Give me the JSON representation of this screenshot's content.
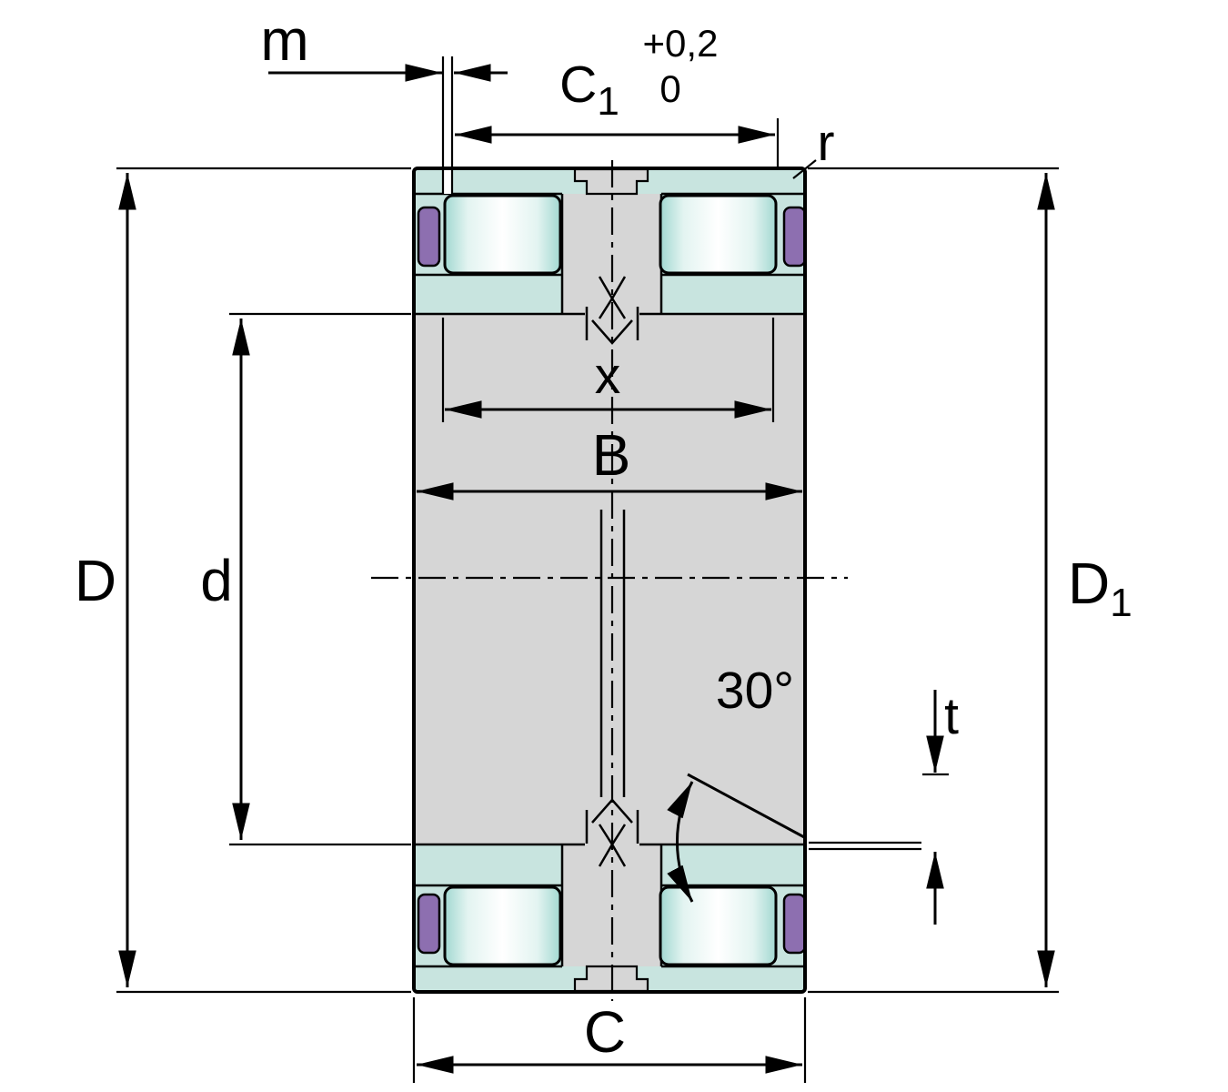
{
  "diagram": {
    "dimensions": {
      "m": {
        "label": "m"
      },
      "c1": {
        "label": "C",
        "subscript": "1",
        "tolerance_upper": "+0,2",
        "tolerance_lower": "0"
      },
      "r": {
        "label": "r"
      },
      "x": {
        "label": "x"
      },
      "b": {
        "label": "B"
      },
      "outside_diameter": {
        "label": "D"
      },
      "bore_diameter": {
        "label": "d"
      },
      "d1": {
        "label": "D",
        "subscript": "1"
      },
      "groove_angle": {
        "label": "30°"
      },
      "t": {
        "label": "t"
      },
      "c": {
        "label": "C"
      }
    },
    "colors": {
      "background": "#ffffff",
      "outline": "#000000",
      "ring_teal": "#c8e4df",
      "body_gray": "#d6d6d6",
      "roller_edge": "#a2d8d1",
      "roller_soft": "#e3f4f1",
      "roller_mid": "#ffffff",
      "seal_purple": "#8d6fb0"
    }
  }
}
